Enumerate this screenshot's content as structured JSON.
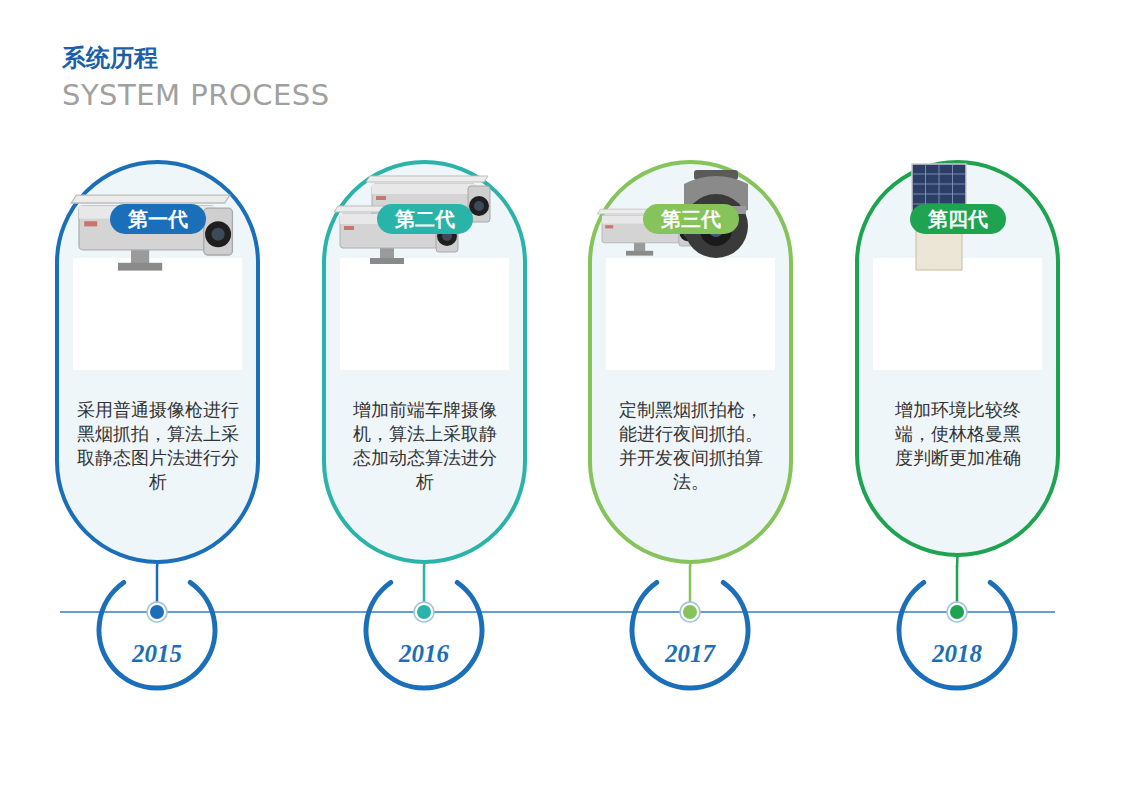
{
  "diagram": {
    "title": "系统历程",
    "nodes": [
      {
        "text": [
          "第一代",
          "采用普通摄像枪进行黑烟抓拍，算法上采取静态图片法进行分析"
        ]
      },
      {
        "text": [
          "第二代",
          "增加前端车牌摄像机，算法上采取静态加动态算法进分析"
        ]
      },
      {
        "text": [
          "第三代",
          "定制黑烟抓拍枪，能进行夜间抓拍。并开发夜间抓拍算法。"
        ]
      },
      {
        "text": [
          "第四代",
          "增加环境比较终端，使林格曼黑度判断更加准确"
        ]
      },
      {
        "text": [
          "2015"
        ]
      },
      {
        "text": [
          "2016"
        ]
      },
      {
        "text": [
          "2017"
        ]
      },
      {
        "text": [
          "2018"
        ]
      }
    ],
    "edges": [
      {
        "from": 0,
        "to": 4,
        "arrow": "none"
      },
      {
        "from": 1,
        "to": 5,
        "arrow": "none"
      },
      {
        "from": 2,
        "to": 6,
        "arrow": "none"
      },
      {
        "from": 3,
        "to": 7,
        "arrow": "none"
      }
    ],
    "labels": [
      "SYSTEM PROCESS"
    ]
  }
}
